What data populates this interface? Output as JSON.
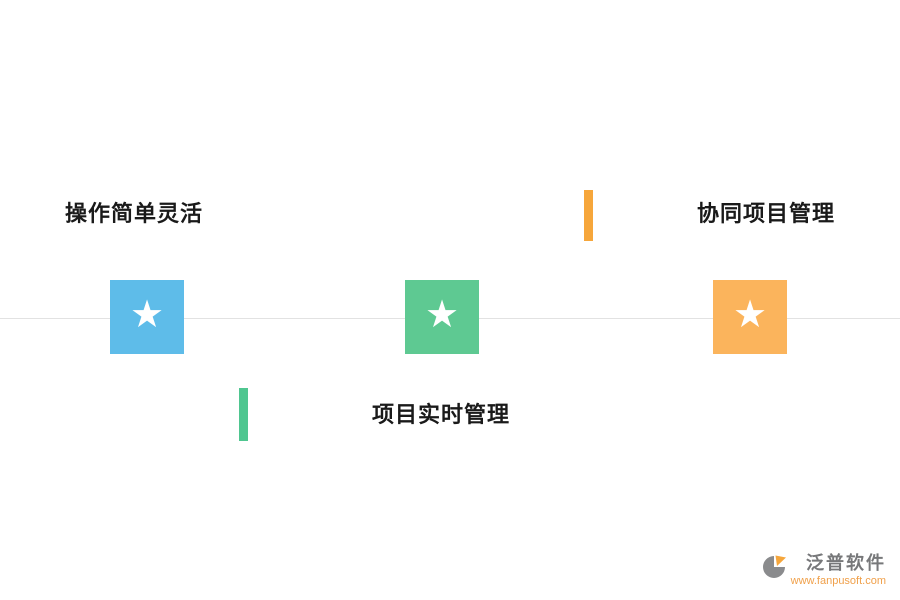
{
  "features": [
    {
      "label": "操作简单灵活",
      "star": "★",
      "square_color": "#5ebce9"
    },
    {
      "label": "协同项目管理",
      "star": "★",
      "square_color": "#fbb45c",
      "bar_color": "#f6a63b"
    },
    {
      "label": "项目实时管理",
      "star": "★",
      "square_color": "#5ec992",
      "bar_color": "#4fc690"
    }
  ],
  "colors": {
    "blue_square": "#5ebce9",
    "green_square": "#5ec992",
    "orange_square": "#fbb45c",
    "orange_bar": "#f6a63b",
    "green_bar": "#4fc690",
    "divider_line": "#e2e2e2"
  },
  "watermark": {
    "brand": "泛普软件",
    "url": "www.fanpusoft.com"
  }
}
